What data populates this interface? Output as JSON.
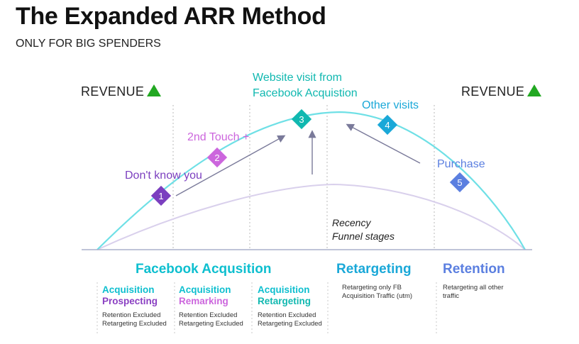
{
  "header": {
    "title": "The Expanded ARR Method",
    "subtitle": "ONLY FOR BIG SPENDERS"
  },
  "revenue": {
    "left_label": "REVENUE",
    "right_label": "REVENUE",
    "triangle_color": "#22a822"
  },
  "steps": [
    {
      "number": "1",
      "label": "Don't know you",
      "color": "#7b3fbf"
    },
    {
      "number": "2",
      "label": "2nd Touch +",
      "color": "#cc66dd"
    },
    {
      "number": "3",
      "label": "Website visit from Facebook Acquistion",
      "label_line1": "Website visit from",
      "label_line2": "Facebook Acquistion",
      "color": "#10b8b0"
    },
    {
      "number": "4",
      "label": "Other visits",
      "color": "#1aa8d8"
    },
    {
      "number": "5",
      "label": "Purchase",
      "color": "#5b7fe0"
    }
  ],
  "curves": {
    "outer_color": "#6fe0e6",
    "inner_color": "#d9d0ec",
    "arrow_color": "#7a7a9a",
    "baseline_color": "#aab0cc"
  },
  "annotation": {
    "line1": "Recency",
    "line2": "Funnel stages"
  },
  "sections": {
    "facebook": "Facebook Acqusition",
    "retargeting": "Retargeting",
    "retention": "Retention"
  },
  "columns": [
    {
      "title_line1": "Acquisition",
      "title_line2": "Prospecting",
      "note_line1": "Retention Excluded",
      "note_line2": "Retargeting Excluded"
    },
    {
      "title_line1": "Acquisition",
      "title_line2": "Remarking",
      "note_line1": "Retention Excluded",
      "note_line2": "Retargeting Excluded"
    },
    {
      "title_line1": "Acquisition",
      "title_line2": "Retargeting",
      "note_line1": "Retention Excluded",
      "note_line2": "Retargeting Excluded"
    }
  ],
  "retargeting_note": {
    "line1": "Retargeting only FB",
    "line2": "Acquisition Traffic (utm)"
  },
  "retention_note": {
    "line1": "Retargeting all other",
    "line2": "traffic"
  }
}
